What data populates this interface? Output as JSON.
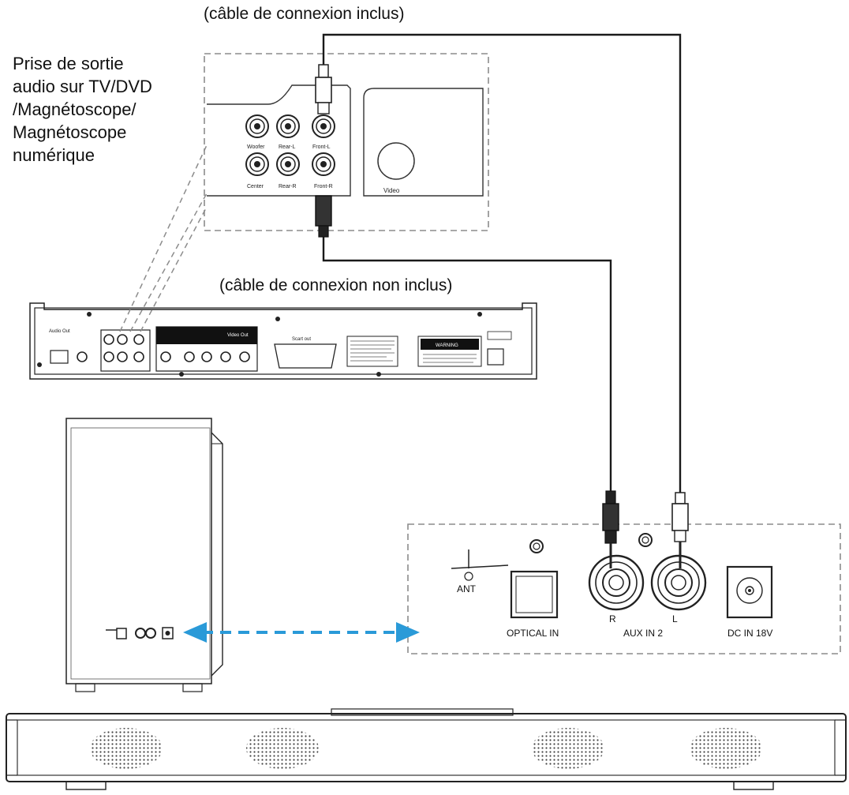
{
  "captions": {
    "included_cable": "(câble de connexion inclus)",
    "not_included_cable": "(câble de connexion non inclus)"
  },
  "source_note": {
    "lines": [
      "Prise de sortie",
      "audio sur TV/DVD",
      "/Magnétoscope/",
      "Magnétoscope",
      "numérique"
    ]
  },
  "source_panel": {
    "jacks": [
      "Woofer",
      "Rear-L",
      "Front-L",
      "Center",
      "Rear-R",
      "Front-R"
    ],
    "video_label": "Video"
  },
  "dvd_panel": {
    "audio_out": "Audio Out",
    "video_out": "Video Out",
    "scart": "Scart out",
    "warning": "WARNING"
  },
  "soundbar_panel": {
    "ant": "ANT",
    "optical_in": "OPTICAL  IN",
    "aux_in": "AUX IN 2",
    "right": "R",
    "left": "L",
    "dc_in": "DC IN  18V"
  },
  "colors": {
    "line": "#1a1a1a",
    "arrow": "#2a9ad8",
    "dash": "#8c8c8c"
  }
}
